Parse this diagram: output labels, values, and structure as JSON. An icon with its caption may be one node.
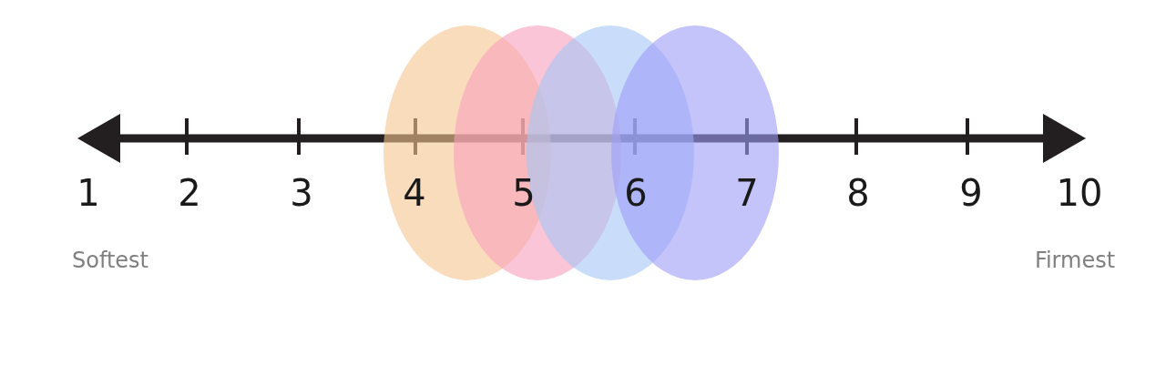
{
  "diagram": {
    "labels": [
      "1",
      "2",
      "3",
      "4",
      "5",
      "6",
      "7",
      "8",
      "9",
      "10",
      "Softest",
      "Firmest"
    ]
  }
}
